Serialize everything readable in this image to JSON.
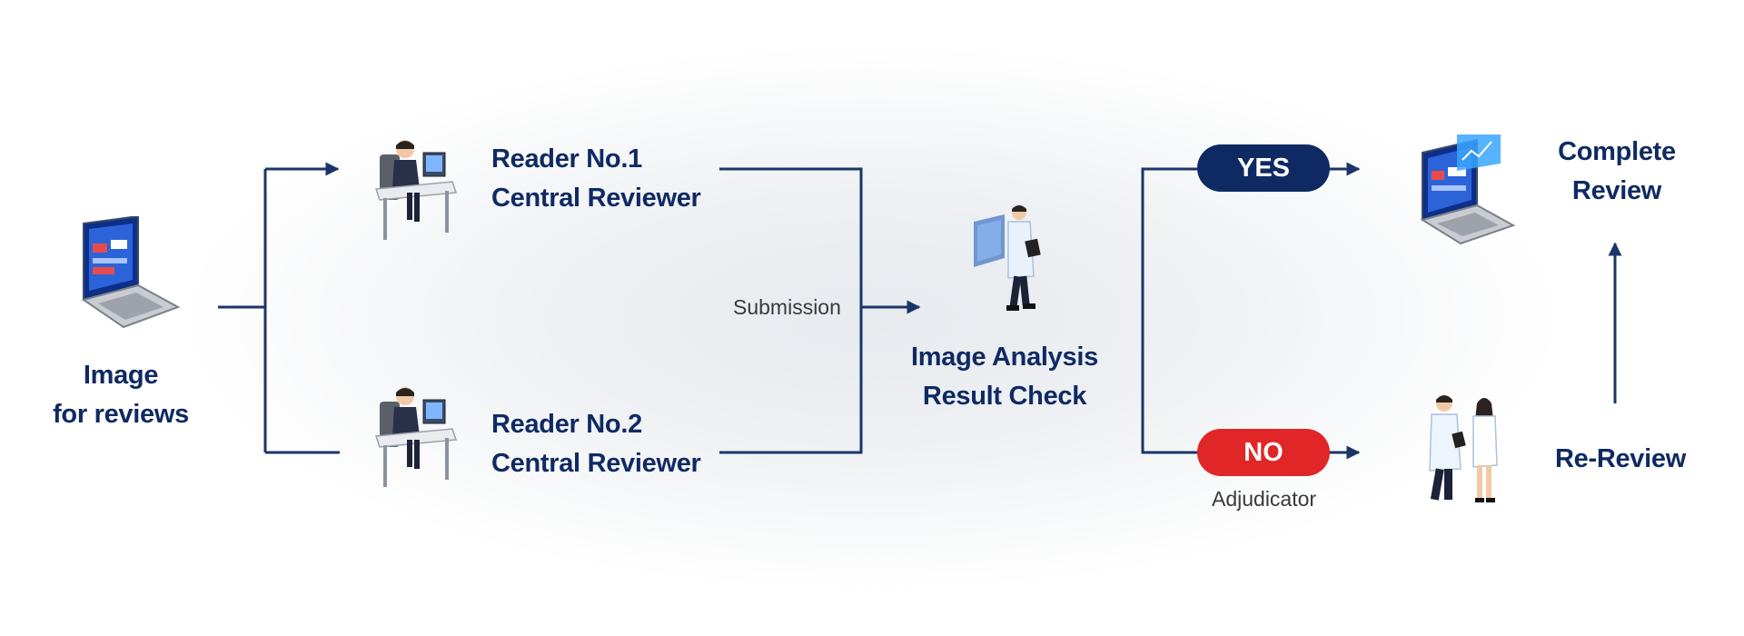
{
  "colors": {
    "navy": "#0f2a63",
    "arrow": "#1a3668",
    "yes": "#0f2a63",
    "no": "#e02626",
    "caption": "#3a3a3a"
  },
  "nodes": {
    "image_for_reviews": {
      "line1": "Image",
      "line2": "for reviews",
      "icon": "laptop-icon"
    },
    "reader1": {
      "line1": "Reader No.1",
      "line2": "Central Reviewer",
      "icon": "reviewer-at-desk-icon"
    },
    "reader2": {
      "line1": "Reader No.2",
      "line2": "Central Reviewer",
      "icon": "reviewer-at-desk-icon"
    },
    "analysis": {
      "line1": "Image Analysis",
      "line2": "Result Check",
      "icon": "doctor-with-tablet-icon"
    },
    "complete": {
      "line1": "Complete",
      "line2": "Review",
      "icon": "laptop-dashboard-icon"
    },
    "rereview": {
      "label": "Re-Review",
      "icon": "two-doctors-icon"
    }
  },
  "edges": {
    "submission_label": "Submission",
    "adjudicator_label": "Adjudicator"
  },
  "decisions": {
    "yes": "YES",
    "no": "NO"
  }
}
